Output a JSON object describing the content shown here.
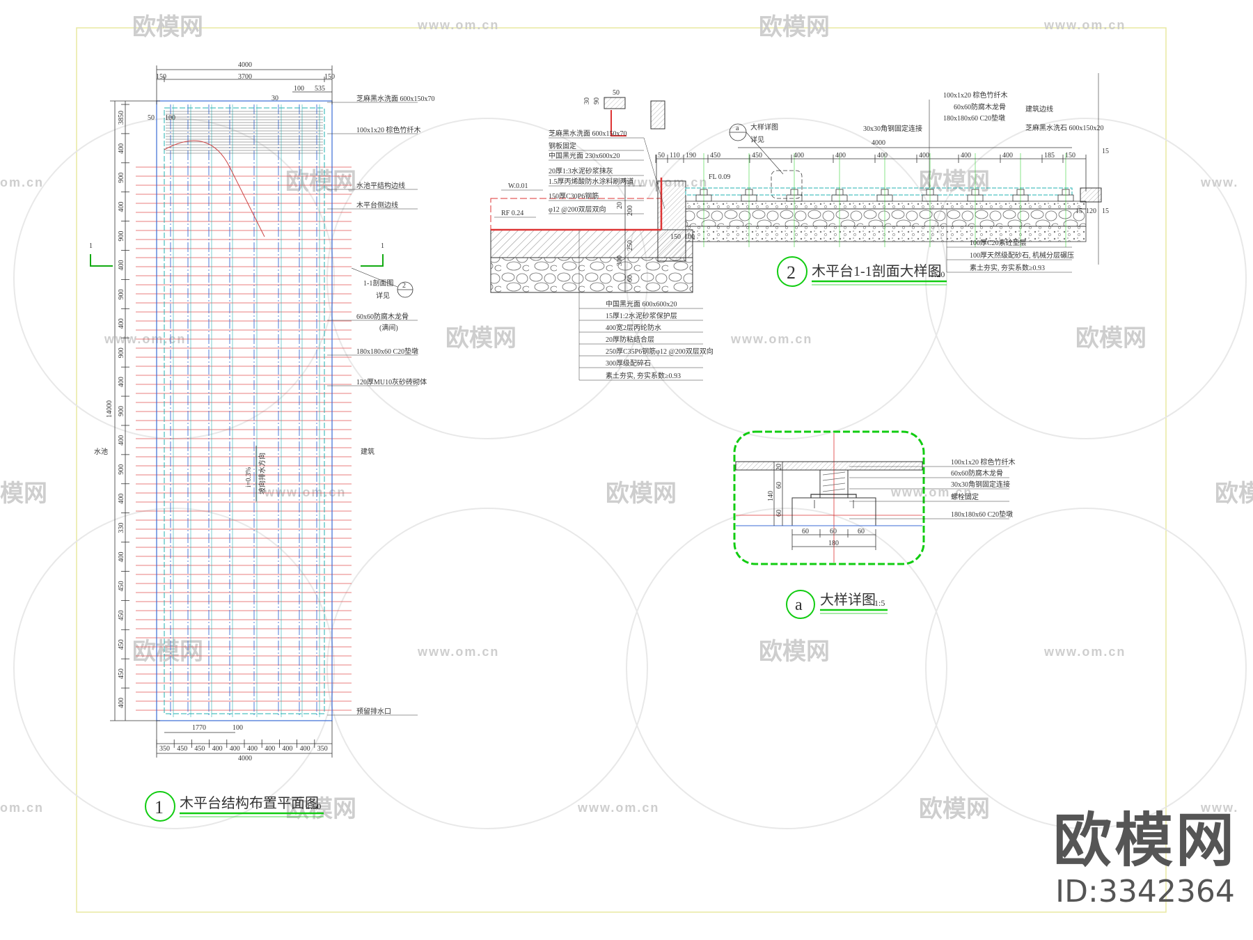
{
  "brand": {
    "name": "欧模网",
    "id": "ID:3342364",
    "url": "www.om.cn",
    "url_clip": "om.cn",
    "url_clip_left": "www.",
    "name_clip": "模网",
    "name_clip_right": "欧模"
  },
  "plan": {
    "number": "1",
    "title": "木平台结构布置平面图",
    "scale": "1:50",
    "dims_top": {
      "overall": "4000",
      "left": "150",
      "mid": "3700",
      "right": "150",
      "d100": "100",
      "d535": "535",
      "d50": "50",
      "d100b": "100",
      "d30": "30"
    },
    "dims_left": [
      "3850",
      "400",
      "900",
      "400",
      "900",
      "400",
      "900",
      "400",
      "900",
      "400",
      "900",
      "400",
      "900",
      "400",
      "330",
      "400",
      "450",
      "450",
      "450",
      "450",
      "400"
    ],
    "dim_total": "14000",
    "dims_bottom": [
      "350",
      "450",
      "450",
      "400",
      "400",
      "400",
      "400",
      "400",
      "400",
      "350"
    ],
    "dims_bottom_total": "4000",
    "dim_1770": "1770",
    "dim_100": "100",
    "section_mark": "1",
    "left_label": "水池",
    "right_label": "建筑",
    "slope": "i=0.3%",
    "slope_note": "坡向排水方向",
    "callouts": [
      "芝麻黑水洗面 600x150x70",
      "100x1x20 棕色竹纤木",
      "水池平结构边线",
      "木平台侧边线",
      "60x60防腐木龙骨",
      "(满间)",
      "180x180x60 C20垫墩",
      "120厚MU10灰砂砖砌体",
      "预留排水口"
    ],
    "section_ref": {
      "label": "1-1剖面图",
      "sub": "详见",
      "num": "2"
    }
  },
  "section": {
    "number": "2",
    "title": "木平台1-1剖面大样图",
    "scale": "1:20",
    "detail_ref": {
      "num": "a",
      "label": "大样详图",
      "sub": "详见"
    },
    "top_notes": [
      "芝麻黑水洗面 600x150x70",
      "钢板固定",
      "中国黑光面 230x600x20",
      "20厚1:3水泥砂浆抹灰",
      "1.5厚丙烯酸防水涂料刷两道",
      "150厚C30P6钢筋",
      "φ12 @200双层双向"
    ],
    "right_notes": [
      "100x1x20 棕色竹纤木",
      "60x60防腐木龙骨",
      "180x180x60 C20垫墩",
      "30x30角钢固定连接",
      "建筑边线",
      "芝麻黑水洗石 600x150x20"
    ],
    "bottom_notes_left": [
      "中国黑光面 600x600x20",
      "15厚1:2水泥砂浆保护层",
      "400宽2层丙纶防水",
      "20厚防粘结合层",
      "250厚C35P6钢筋φ12 @200双层双向",
      "300厚级配碎石",
      "素土夯实, 夯实系数≥0.93"
    ],
    "bottom_notes_right": [
      "100厚C20素砼垫层",
      "100厚天然级配砂石, 机械分层碾压",
      "素土夯实, 夯实系数≥0.93"
    ],
    "levels": [
      "W.0.01",
      "RF 0.24",
      "FL 0.09"
    ],
    "dims_top": [
      "50",
      "110",
      "190",
      "450",
      "450",
      "400",
      "400",
      "400",
      "400",
      "400",
      "400",
      "185",
      "150"
    ],
    "dim_total": "4000",
    "dims_misc": [
      "15",
      "150",
      "100",
      "15",
      "120",
      "15",
      "20",
      "200",
      "250",
      "300",
      "60",
      "90",
      "50",
      "30"
    ]
  },
  "detail": {
    "letter": "a",
    "title": "大样详图",
    "scale": "1:5",
    "notes": [
      "100x1x20 棕色竹纤木",
      "60x60防腐木龙骨",
      "30x30角钢固定连接",
      "螺栓固定",
      "180x180x60 C20垫墩"
    ],
    "dims_bottom": [
      "60",
      "60",
      "60"
    ],
    "dim_total": "180",
    "dims_left": [
      "20",
      "60",
      "60"
    ],
    "dim_left_total": "140"
  }
}
